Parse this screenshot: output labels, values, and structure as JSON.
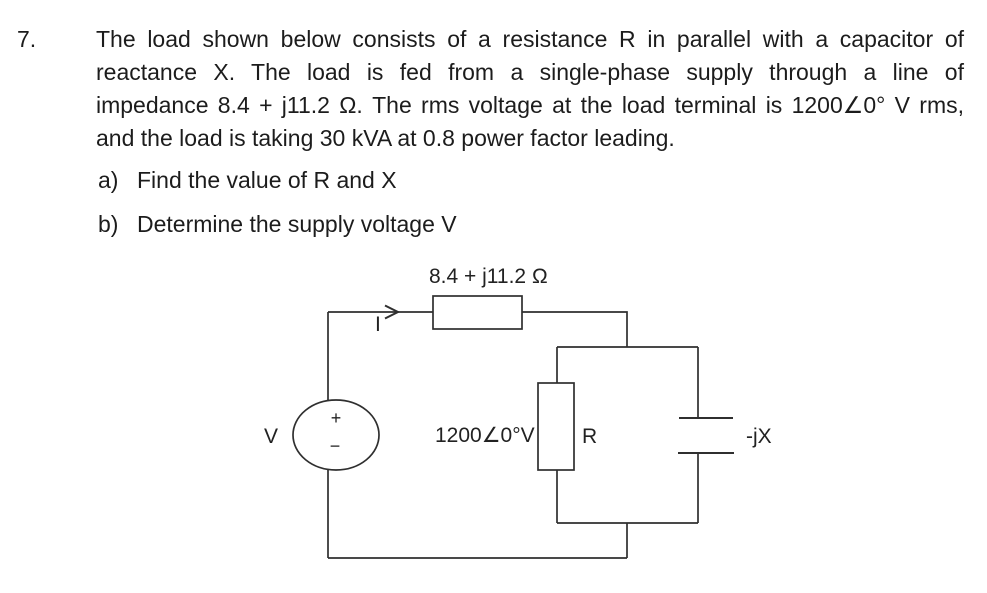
{
  "problem": {
    "number": "7.",
    "lines": [
      "The load shown below consists of a resistance R in parallel with a capacitor of",
      "reactance X. The load is fed from a single-phase supply through a line of",
      "impedance 8.4 + j11.2 Ω. The rms voltage at the load terminal is 1200∠0° V rms,",
      "and the load is taking 30 kVA at 0.8 power factor leading."
    ],
    "parts": [
      {
        "label": "a)",
        "text": "Find the value of R and X"
      },
      {
        "label": "b)",
        "text": "Determine the supply voltage V"
      }
    ]
  },
  "circuit": {
    "impedance_label": "8.4 + j11.2 Ω",
    "current_label": "I",
    "source_label": "V",
    "source_plus": "+",
    "source_minus": "−",
    "terminal_voltage_label": "1200∠0°V",
    "resistor_label": "R",
    "capacitor_label": "-jX"
  },
  "colors": {
    "ink": "#1c1c1c",
    "line": "#2f2f2f",
    "background": "#ffffff"
  }
}
